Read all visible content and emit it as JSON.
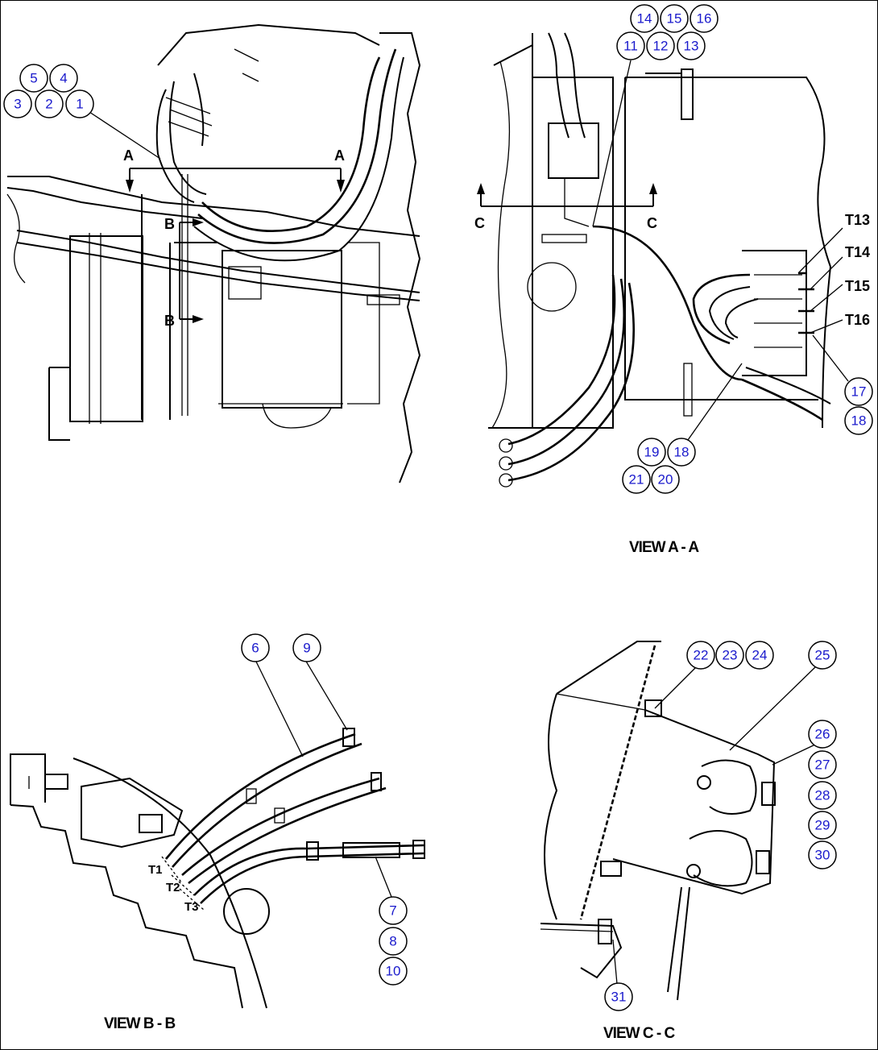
{
  "views": {
    "main": {
      "title": ""
    },
    "view_a": {
      "title": "VIEW A - A"
    },
    "view_b": {
      "title": "VIEW B - B"
    },
    "view_c": {
      "title": "VIEW C - C"
    }
  },
  "section_markers": {
    "a_left": "A",
    "a_right": "A",
    "b_top": "B",
    "b_bottom": "B",
    "c_left": "C",
    "c_right": "C"
  },
  "terminal_labels": {
    "t13": "T13",
    "t14": "T14",
    "t15": "T15",
    "t16": "T16",
    "t1": "T1",
    "t2": "T2",
    "t3": "T3"
  },
  "callouts": {
    "c1": "1",
    "c2": "2",
    "c3": "3",
    "c4": "4",
    "c5": "5",
    "c6": "6",
    "c7": "7",
    "c8": "8",
    "c9": "9",
    "c10": "10",
    "c11": "11",
    "c12": "12",
    "c13": "13",
    "c14": "14",
    "c15": "15",
    "c16": "16",
    "c17": "17",
    "c18a": "18",
    "c18b": "18",
    "c19": "19",
    "c20": "20",
    "c21": "21",
    "c22": "22",
    "c23": "23",
    "c24": "24",
    "c25": "25",
    "c26": "26",
    "c27": "27",
    "c28": "28",
    "c29": "29",
    "c30": "30",
    "c31": "31"
  },
  "colors": {
    "callout_text": "#1a1acc",
    "line": "#000000",
    "background": "#ffffff"
  }
}
